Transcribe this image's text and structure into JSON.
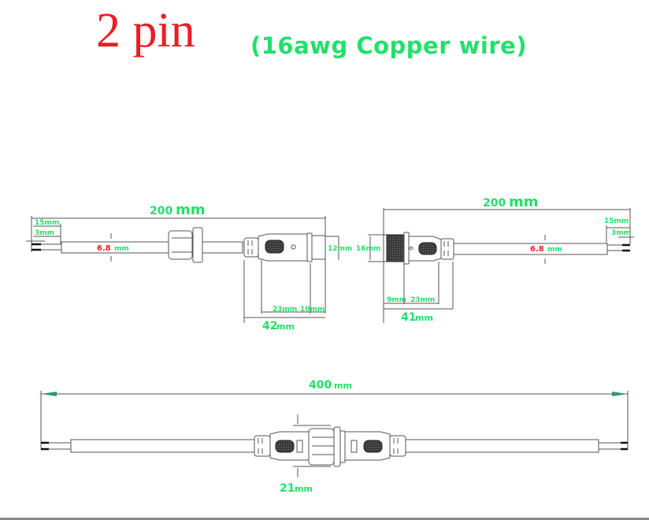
{
  "title": "2 pin",
  "subtitle": "(16awg Copper wire)",
  "colors": {
    "title": "#ee1c25",
    "dimension_text": "#22e06a",
    "highlight_value": "#ee1c25",
    "line": "#555555"
  },
  "left_cable": {
    "total_length_value": "200",
    "total_length_unit": "mm",
    "strip_length": "15mm",
    "tin_length": "3mm",
    "diameter_value": "6.8",
    "diameter_unit": "mm",
    "plug_diameter": "12mm",
    "body_length": "23mm",
    "tip_length": "10mm",
    "connector_length_value": "42",
    "connector_length_unit": "mm"
  },
  "right_cable": {
    "total_length_value": "200",
    "total_length_unit": "mm",
    "strip_length": "15mm",
    "tin_length": "3mm",
    "diameter_value": "6.8",
    "diameter_unit": "mm",
    "thread_diameter": "16mm",
    "thread_length": "9mm",
    "body_length": "23mm",
    "connector_length_value": "41",
    "connector_length_unit": "mm"
  },
  "assembled": {
    "total_length_value": "400",
    "total_length_unit": "mm",
    "nut_diameter_value": "21",
    "nut_diameter_unit": "mm"
  }
}
